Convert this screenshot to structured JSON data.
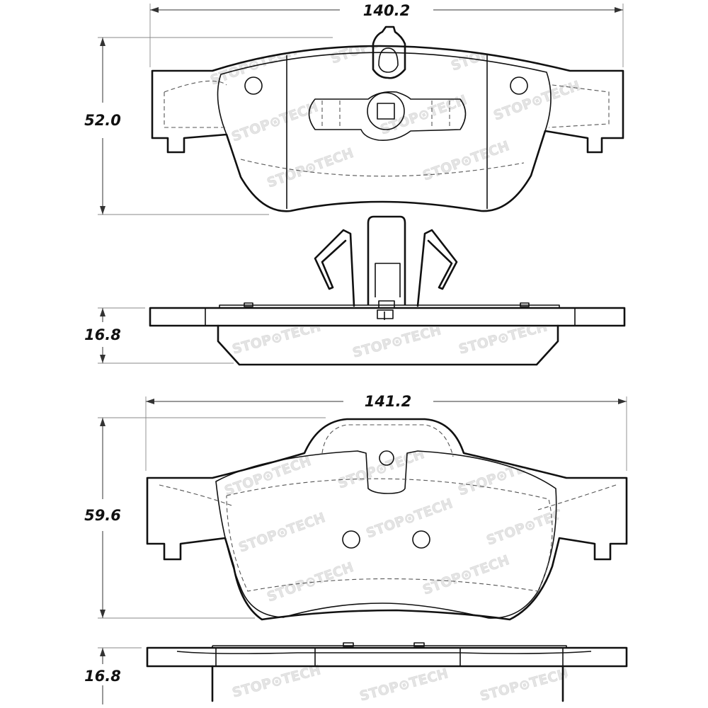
{
  "dimensions": {
    "top_width": "140.2",
    "top_height": "52.0",
    "top_thickness": "16.8",
    "bottom_width": "141.2",
    "bottom_height": "59.6",
    "bottom_thickness": "16.8"
  },
  "watermark": {
    "brand": "STOP⊙TECH"
  },
  "colors": {
    "line": "#111111",
    "watermark": "#e0e0e0",
    "background": "#ffffff"
  }
}
